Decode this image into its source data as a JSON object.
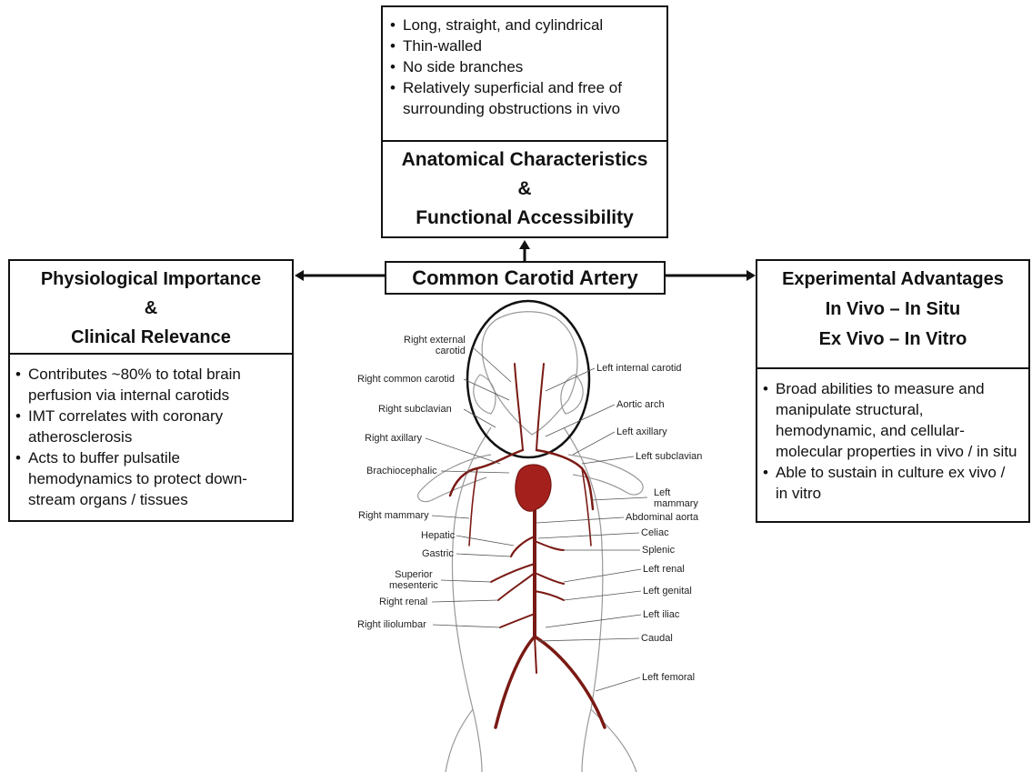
{
  "top_box": {
    "bullets": [
      "Long, straight, and cylindrical",
      "Thin-walled",
      "No side branches",
      "Relatively superficial and free of surrounding obstructions in vivo"
    ],
    "title_line1": "Anatomical Characteristics",
    "title_line2": "&",
    "title_line3": "Functional Accessibility"
  },
  "center_label": "Common Carotid Artery",
  "left_box": {
    "title_line1": "Physiological Importance",
    "title_line2": "&",
    "title_line3": "Clinical Relevance",
    "bullets": [
      "Contributes ~80% to total brain perfusion via internal carotids",
      "IMT correlates with coronary atherosclerosis",
      "Acts to buffer pulsatile hemodynamics to protect down-stream organs / tissues"
    ]
  },
  "right_box": {
    "title_line1": "Experimental Advantages",
    "title_line2": "In Vivo – In Situ",
    "title_line3": "Ex Vivo – In Vitro",
    "bullets": [
      "Broad abilities to measure and manipulate structural, hemodynamic, and cellular-molecular properties in vivo / in situ",
      "Able to sustain in culture ex vivo / in vitro"
    ]
  },
  "anatomy_labels": {
    "right_external_carotid_1": "Right external",
    "right_external_carotid_2": "carotid",
    "right_common_carotid": "Right common carotid",
    "right_subclavian": "Right subclavian",
    "right_axillary": "Right axillary",
    "brachiocephalic": "Brachiocephalic",
    "right_mammary": "Right mammary",
    "hepatic": "Hepatic",
    "gastric": "Gastric",
    "superior_mesenteric_1": "Superior",
    "superior_mesenteric_2": "mesenteric",
    "right_renal": "Right renal",
    "right_iliolumbar": "Right iliolumbar",
    "left_internal_carotid": "Left internal carotid",
    "aortic_arch": "Aortic arch",
    "left_axillary": "Left axillary",
    "left_subclavian": "Left subclavian",
    "left_mammary_1": "Left",
    "left_mammary_2": "mammary",
    "abdominal_aorta": "Abdominal aorta",
    "celiac": "Celiac",
    "splenic": "Splenic",
    "left_renal": "Left renal",
    "left_genital": "Left genital",
    "left_iliac": "Left iliac",
    "caudal": "Caudal",
    "left_femoral": "Left femoral"
  },
  "colors": {
    "artery": "#7a1a14",
    "heart": "#a3201c",
    "outline": "#999999",
    "border": "#111111"
  }
}
